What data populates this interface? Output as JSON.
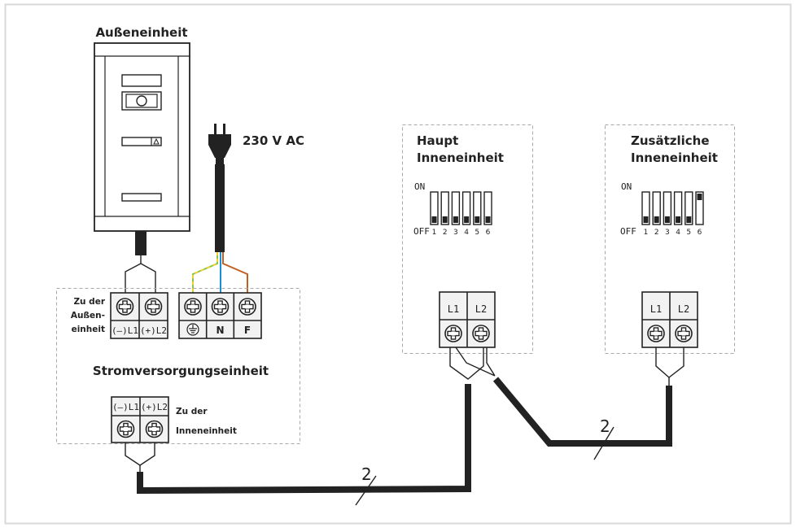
{
  "colors": {
    "wire_black": "#222222",
    "earth_green": "#8bc34a",
    "earth_yellow": "#f2d22e",
    "neutral_blue": "#1a8fd6",
    "phase_brown": "#c06020",
    "dashed_border": "#a9a9a9",
    "terminal_fill": "#f2f2f2",
    "outer_frame": "#d8d8d8"
  },
  "icons": [
    "screw-terminal-icon",
    "earth-symbol-icon",
    "plug-icon",
    "bell-icon"
  ],
  "outdoor_unit": {
    "title": "Außeneinheit"
  },
  "plug": {
    "label": "230 V AC"
  },
  "psu": {
    "title": "Stromversorgungseinheit",
    "to_outdoor": {
      "line1": "Zu der",
      "line2": "Außen-",
      "line3": "einheit",
      "terminals": [
        "(–)L1",
        "(+)L2"
      ]
    },
    "mains_terminals": [
      "N",
      "F"
    ],
    "to_indoor": {
      "line1": "Zu der",
      "line2": "Inneneinheit",
      "terminals": [
        "(–)L1",
        "(+)L2"
      ]
    }
  },
  "main_indoor": {
    "title_line1": "Haupt",
    "title_line2": "Inneneinheit",
    "dip": {
      "on": "ON",
      "off": "OFF",
      "numbers": [
        "1",
        "2",
        "3",
        "4",
        "5",
        "6"
      ],
      "states": [
        0,
        0,
        0,
        0,
        0,
        0
      ]
    },
    "terminals": [
      "L1",
      "L2"
    ]
  },
  "extra_indoor": {
    "title_line1": "Zusätzliche",
    "title_line2": "Inneneinheit",
    "dip": {
      "on": "ON",
      "off": "OFF",
      "numbers": [
        "1",
        "2",
        "3",
        "4",
        "5",
        "6"
      ],
      "states": [
        0,
        0,
        0,
        0,
        0,
        1
      ]
    },
    "terminals": [
      "L1",
      "L2"
    ]
  },
  "cable_markers": [
    "2",
    "2"
  ]
}
